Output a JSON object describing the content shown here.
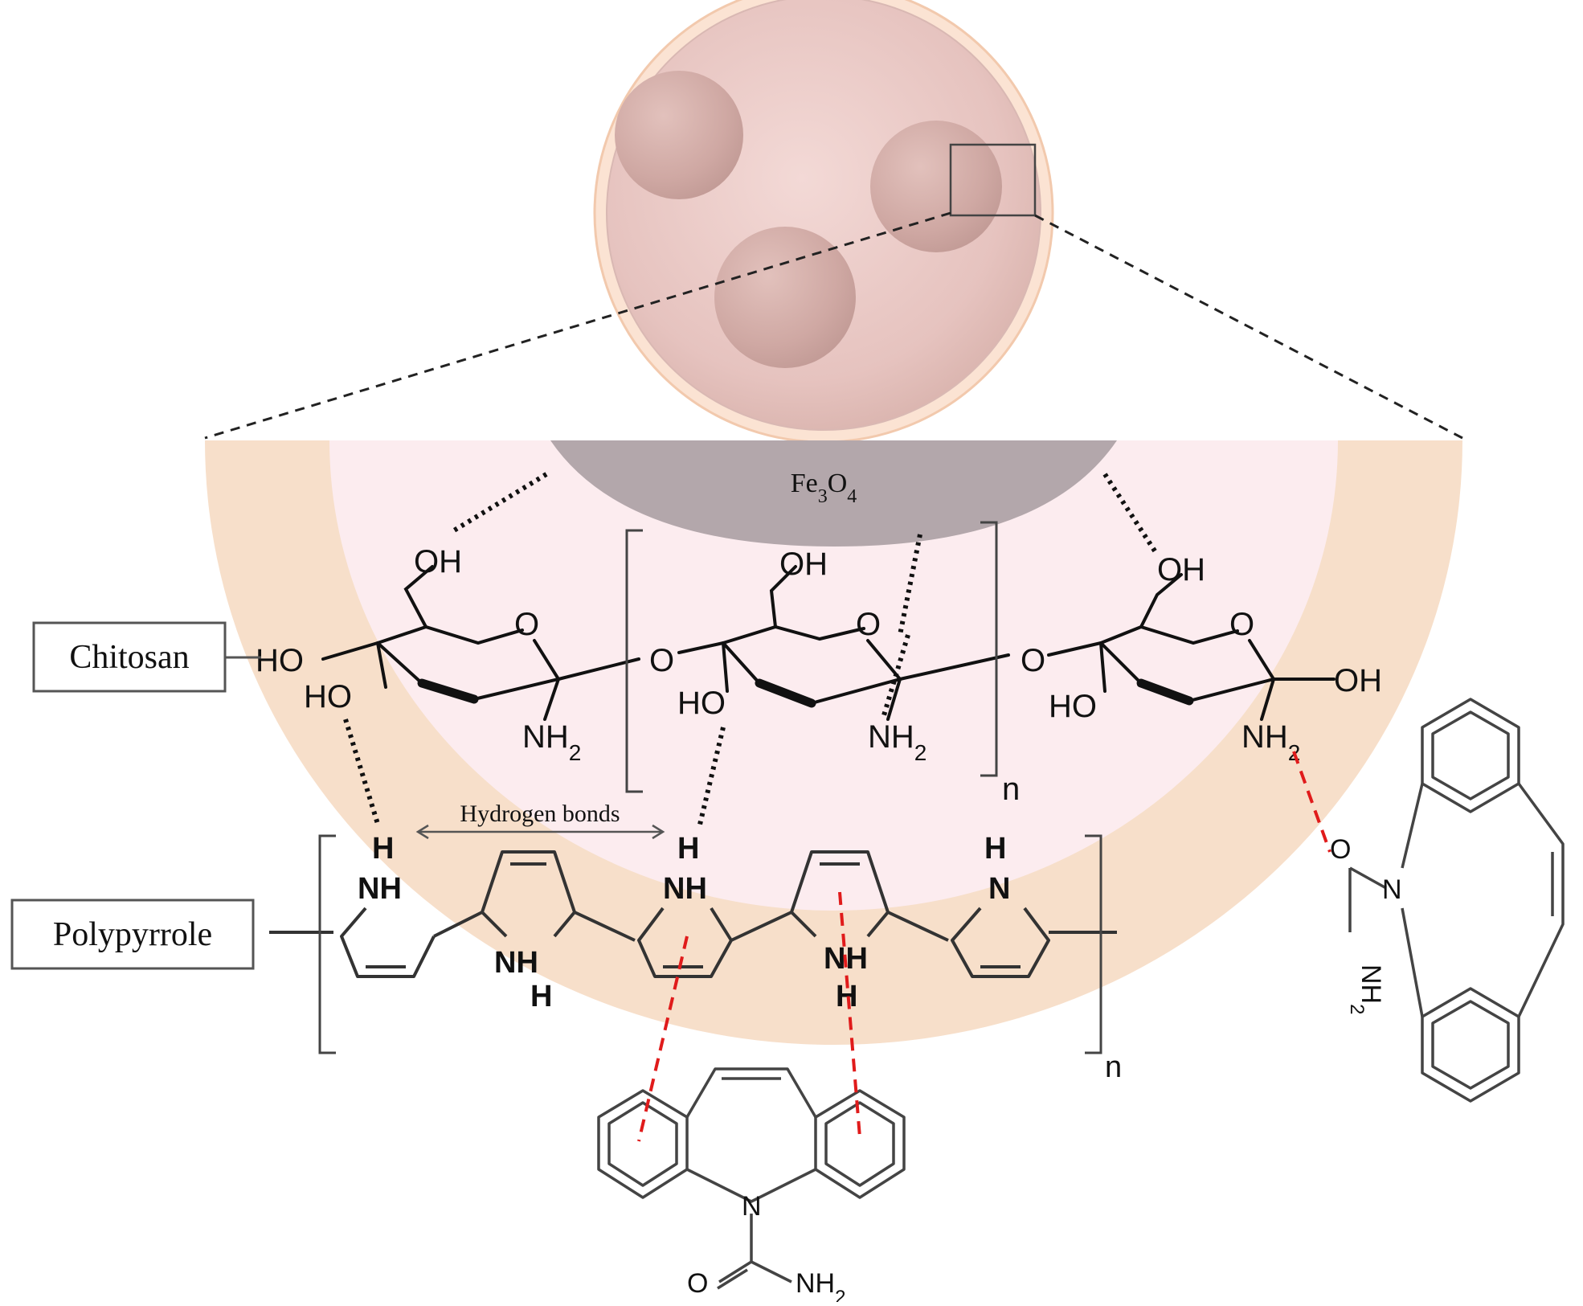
{
  "labels": {
    "core": "Fe3O4",
    "chitosan_box": "Chitosan",
    "polypyrrole_box": "Polypyrrole",
    "hydrogen_bonds": "Hydrogen bonds",
    "repeat_n": "n"
  },
  "chitosan_atoms": {
    "oh": "OH",
    "ho": "HO",
    "o": "O",
    "nh2": "NH2"
  },
  "polypyrrole_atoms": {
    "nh": "NH",
    "h": "H",
    "n": "N"
  },
  "drug_atoms": {
    "n": "N",
    "o": "O",
    "nh2": "NH2"
  },
  "colors": {
    "outer_shell": "#f7dfca",
    "inner_shell": "#fcecef",
    "core": "#b3a7ab",
    "sphere_base": "#efcfcc",
    "sphere_rim": "#fbe2d2",
    "bond": "#111111",
    "drug_bond": "#444444",
    "interaction": "#e01b1b",
    "box_border": "#555555"
  }
}
